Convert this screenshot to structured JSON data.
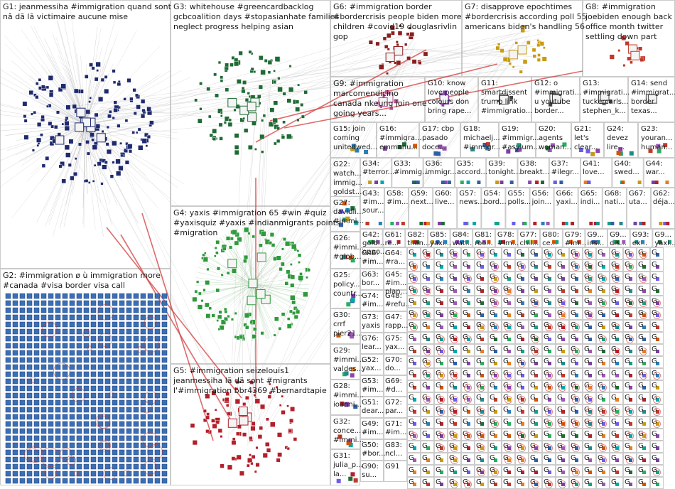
{
  "groups": [
    {
      "id": "G1",
      "lines": [
        "G1: jeanmessiha #immigration quand sont",
        "nâ dã lã victimaire aucune mise"
      ],
      "color": "#1f2a6e"
    },
    {
      "id": "G2",
      "lines": [
        "G2: #immigration ø ù immigration more",
        "#canada #visa border visa call"
      ],
      "color": "#2f5fa8"
    },
    {
      "id": "G3",
      "lines": [
        "G3: whitehouse #greencardbacklog",
        "gcbcoalition days #stopasianhate families",
        "neglect progress helping asian"
      ],
      "color": "#1e6b34"
    },
    {
      "id": "G4",
      "lines": [
        "G4: yaxis #immigration 65 #win #quiz",
        "#yaxisquiz #yaxis #indianmigrants points",
        "#migration"
      ],
      "color": "#2e9a3c"
    },
    {
      "id": "G5",
      "lines": [
        "G5: #immigration seizelouis1",
        "jeanmessiha lã dã sont #migrants",
        "l'#immigration bbr4369 #bernardtapie"
      ],
      "color": "#b3202a"
    },
    {
      "id": "G6",
      "lines": [
        "G6: #immigration border",
        "#bordercrisis people biden more",
        "children #covid19 douglasrivlin",
        "gop"
      ],
      "color": "#8b1e1e"
    },
    {
      "id": "G7",
      "lines": [
        "G7: disapprove epochtimes",
        "#bordercrisis according poll 55",
        "americans biden's handling 56"
      ],
      "color": "#c89b12"
    },
    {
      "id": "G8",
      "lines": [
        "G8: #immigration",
        "joebiden enough back",
        "office month twitter",
        "settling down part"
      ],
      "color": "#c0392b"
    },
    {
      "id": "G9",
      "lines": [
        "G9: #immigration",
        "marcomendicino",
        "canada nkeung join one",
        "going years..."
      ],
      "color": "#b04a8a"
    },
    {
      "id": "G10",
      "lines": [
        "G10: know",
        "love people",
        "colours don",
        "bring rape..."
      ],
      "color": "#7a3fa0"
    },
    {
      "id": "G11",
      "lines": [
        "G11:",
        "smartdissent",
        "trump link",
        "#immigratio..."
      ],
      "color": "#444444"
    },
    {
      "id": "G12",
      "lines": [
        "G12: o",
        "#immigrati...",
        "u youtube",
        "border..."
      ],
      "color": "#444444"
    },
    {
      "id": "G13",
      "lines": [
        "G13:",
        "#immigrati...",
        "tuckercarls...",
        "stephen_k..."
      ],
      "color": "#444444"
    },
    {
      "id": "G14",
      "lines": [
        "G14: send",
        "#immigrat...",
        "border",
        "texas..."
      ],
      "color": "#444444"
    },
    {
      "id": "G15",
      "lines": [
        "G15: join",
        "coming",
        "unitedwed..."
      ],
      "color": "#444444"
    },
    {
      "id": "G16",
      "lines": [
        "G16:",
        "#immigra...",
        "emmanu..."
      ],
      "color": "#444444"
    },
    {
      "id": "G17",
      "lines": [
        "G17: cbp",
        "pasado",
        "doce..."
      ],
      "color": "#444444"
    },
    {
      "id": "G18",
      "lines": [
        "G18:",
        "michaelj...",
        "#immigr..."
      ],
      "color": "#444444"
    },
    {
      "id": "G19",
      "lines": [
        "G19:",
        "#immigr...",
        "#asylum..."
      ],
      "color": "#444444"
    },
    {
      "id": "G20",
      "lines": [
        "G20:",
        "agents",
        "woman..."
      ],
      "color": "#444444"
    },
    {
      "id": "G21",
      "lines": [
        "G21:",
        "let's",
        "clear..."
      ],
      "color": "#444444"
    },
    {
      "id": "G24",
      "lines": [
        "G24:",
        "devez",
        "lire..."
      ],
      "color": "#444444"
    },
    {
      "id": "G23",
      "lines": [
        "G23:",
        "youran...",
        "human..."
      ],
      "color": "#444444"
    },
    {
      "id": "G22",
      "lines": [
        "G22:",
        "watch...",
        "immig...",
        "goldst..."
      ],
      "color": "#444444"
    },
    {
      "id": "G27",
      "lines": [
        "G27:",
        "davidli...",
        "#immi..."
      ],
      "color": "#444444"
    },
    {
      "id": "G26",
      "lines": [
        "G26:",
        "#immi...",
        "#glob..."
      ],
      "color": "#444444"
    },
    {
      "id": "G25",
      "lines": [
        "G25:",
        "policy...",
        "countr..."
      ],
      "color": "#444444"
    },
    {
      "id": "G30",
      "lines": [
        "G30:",
        "crrf",
        "pier21..."
      ],
      "color": "#444444"
    },
    {
      "id": "G29",
      "lines": [
        "G29:",
        "#immi...",
        "valdes..."
      ],
      "color": "#444444"
    },
    {
      "id": "G28",
      "lines": [
        "G28:",
        "#immi...",
        "ioanni..."
      ],
      "color": "#444444"
    },
    {
      "id": "G32",
      "lines": [
        "G32:",
        "conce...",
        "#immi..."
      ],
      "color": "#444444"
    },
    {
      "id": "G31",
      "lines": [
        "G31:",
        "julia_p...",
        "la..."
      ],
      "color": "#444444"
    }
  ],
  "small_groups": [
    {
      "id": "G34",
      "lines": [
        "G34:",
        "#terror..."
      ]
    },
    {
      "id": "G33",
      "lines": [
        "G33:",
        "#immig..."
      ]
    },
    {
      "id": "G36",
      "lines": [
        "G36:",
        "immigr..."
      ]
    },
    {
      "id": "G35",
      "lines": [
        "G35:",
        "accord..."
      ]
    },
    {
      "id": "G39",
      "lines": [
        "G39:",
        "tonight..."
      ]
    },
    {
      "id": "G38",
      "lines": [
        "G38:",
        "breakt..."
      ]
    },
    {
      "id": "G37",
      "lines": [
        "G37:",
        "#ilegr..."
      ]
    },
    {
      "id": "G41",
      "lines": [
        "G41:",
        "love..."
      ]
    },
    {
      "id": "G40",
      "lines": [
        "G40:",
        "swed..."
      ]
    },
    {
      "id": "G44",
      "lines": [
        "G44:",
        "war..."
      ]
    },
    {
      "id": "G43",
      "lines": [
        "G43:",
        "#im...",
        "sour..."
      ]
    },
    {
      "id": "G58",
      "lines": [
        "G58:",
        "#im..."
      ]
    },
    {
      "id": "G59",
      "lines": [
        "G59:",
        "next..."
      ]
    },
    {
      "id": "G60",
      "lines": [
        "G60:",
        "live..."
      ]
    },
    {
      "id": "G57",
      "lines": [
        "G57:",
        "news..."
      ]
    },
    {
      "id": "G54",
      "lines": [
        "G54:",
        "bord..."
      ]
    },
    {
      "id": "G55",
      "lines": [
        "G55:",
        "polls..."
      ]
    },
    {
      "id": "G56",
      "lines": [
        "G56:",
        "join..."
      ]
    },
    {
      "id": "G66",
      "lines": [
        "G66:",
        "yaxi..."
      ]
    },
    {
      "id": "G65",
      "lines": [
        "G65:",
        "indi..."
      ]
    },
    {
      "id": "G68",
      "lines": [
        "G68:",
        "nati..."
      ]
    },
    {
      "id": "G67",
      "lines": [
        "G67:",
        "uta..."
      ]
    },
    {
      "id": "G62",
      "lines": [
        "G62:",
        "déja..."
      ]
    },
    {
      "id": "G42",
      "lines": [
        "G42:",
        "gold...",
        "oppo..."
      ]
    },
    {
      "id": "G61",
      "lines": [
        "G61:",
        "re..."
      ]
    },
    {
      "id": "G82",
      "lines": [
        "G82:",
        "than..."
      ]
    },
    {
      "id": "G85",
      "lines": [
        "G85:",
        "yaxi..."
      ]
    },
    {
      "id": "G84",
      "lines": [
        "G84:",
        "wat..."
      ]
    },
    {
      "id": "G81",
      "lines": [
        "G81:",
        "roo..."
      ]
    },
    {
      "id": "G78",
      "lines": [
        "G78:",
        "#im..."
      ]
    },
    {
      "id": "G77",
      "lines": [
        "G77:",
        "chil..."
      ]
    },
    {
      "id": "G80",
      "lines": [
        "G80:",
        "ce..."
      ]
    },
    {
      "id": "G79",
      "lines": [
        "G79:",
        "#im..."
      ]
    },
    {
      "id": "G46",
      "lines": [
        "G46:",
        "#im..."
      ]
    },
    {
      "id": "G64",
      "lines": [
        "G64:",
        "#ra..."
      ]
    },
    {
      "id": "G63",
      "lines": [
        "G63:",
        "bor..."
      ]
    },
    {
      "id": "G45",
      "lines": [
        "G45:",
        "#im...",
        "plan..."
      ]
    },
    {
      "id": "G74",
      "lines": [
        "G74:",
        "#im..."
      ]
    },
    {
      "id": "G48",
      "lines": [
        "G48:",
        "#refu..."
      ]
    },
    {
      "id": "G73",
      "lines": [
        "G73:",
        "yaxis"
      ]
    },
    {
      "id": "G47",
      "lines": [
        "G47:",
        "rapp..."
      ]
    },
    {
      "id": "G76",
      "lines": [
        "G76:",
        "lear..."
      ]
    },
    {
      "id": "G75",
      "lines": [
        "G75:",
        "yax..."
      ]
    },
    {
      "id": "G52",
      "lines": [
        "G52:",
        "yax..."
      ]
    },
    {
      "id": "G70",
      "lines": [
        "G70:",
        "do..."
      ]
    },
    {
      "id": "G53",
      "lines": [
        "G53:",
        "#im..."
      ]
    },
    {
      "id": "G69",
      "lines": [
        "G69:",
        "#d..."
      ]
    },
    {
      "id": "G51",
      "lines": [
        "G51:",
        "dear..."
      ]
    },
    {
      "id": "G72",
      "lines": [
        "G72:",
        "par..."
      ]
    },
    {
      "id": "G49",
      "lines": [
        "G49:",
        "#im..."
      ]
    },
    {
      "id": "G71",
      "lines": [
        "G71:",
        "#im..."
      ]
    },
    {
      "id": "G50",
      "lines": [
        "G50:",
        "#bor..."
      ]
    },
    {
      "id": "G83",
      "lines": [
        "G83:",
        "ncl..."
      ]
    },
    {
      "id": "G90",
      "lines": [
        "G90:",
        "su..."
      ]
    },
    {
      "id": "G91",
      "lines": [
        "G91"
      ]
    },
    {
      "id": "G93",
      "lines": [
        "G93:",
        "ex..."
      ]
    },
    {
      "id": "G9x",
      "lines": [
        "G9...",
        "ins..."
      ]
    },
    {
      "id": "G9y",
      "lines": [
        "G9...",
        "dis..."
      ]
    },
    {
      "id": "G9z",
      "lines": [
        "G9...",
        "yaxi..."
      ]
    }
  ],
  "tiny_label": "G",
  "palette": [
    "#2f5fa8",
    "#1e6b34",
    "#b3202a",
    "#c89b12",
    "#7a3fa0",
    "#1f8a8a",
    "#d35400",
    "#8e44ad",
    "#27ae60",
    "#2980b9",
    "#c0392b",
    "#16a085",
    "#e67e22",
    "#6c5ce7",
    "#00a8a8",
    "#9b59b6"
  ]
}
